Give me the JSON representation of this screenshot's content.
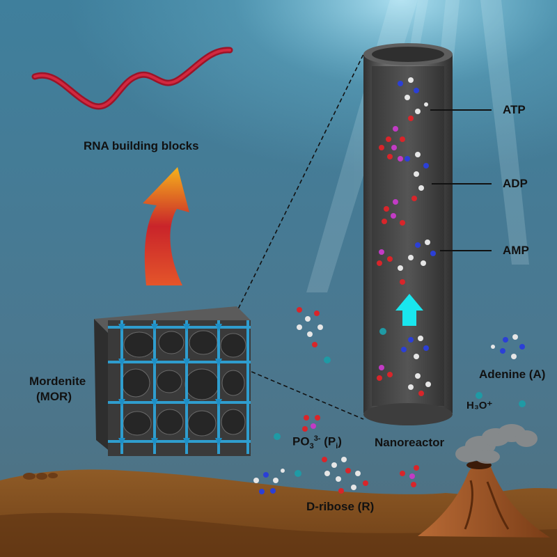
{
  "labels": {
    "rna_building_blocks": "RNA building blocks",
    "mordenite_line1": "Mordenite",
    "mordenite_line2": "(MOR)",
    "nanoreactor": "Nanoreactor",
    "atp": "ATP",
    "adp": "ADP",
    "amp": "AMP",
    "adenine": "Adenine (A)",
    "hydronium": "H₃O⁺",
    "phosphate_main": "PO",
    "phosphate_sub": "3",
    "phosphate_sup": "3-",
    "phosphate_paren_open": " (P",
    "phosphate_paren_sub": "i",
    "phosphate_paren_close": ")",
    "d_ribose": "D-ribose (R)"
  },
  "colors": {
    "sea_top": "#3f7f9c",
    "sea_bottom": "#4f7285",
    "seabed": "#8a5524",
    "zeolite_edge": "#2fa3d6",
    "zeolite_body": "#3a3a3a",
    "tube_body": "#4a4a4a",
    "arrow_cyan": "#19e6ee",
    "rna_ribbon": "#b0182f",
    "arrow_red": "#c9242a",
    "arrow_orange": "#f6b21c",
    "atom_oxygen": "#d8252a",
    "atom_phosphorus": "#c23bc5",
    "atom_nitrogen": "#2b3fd6",
    "atom_carbon": "#e6e6e6",
    "ion_teal": "#1f9aa5"
  },
  "icons": {
    "volcano": "volcano-icon",
    "rna_strand": "rna-strand-icon",
    "zeolite": "zeolite-framework-icon"
  }
}
